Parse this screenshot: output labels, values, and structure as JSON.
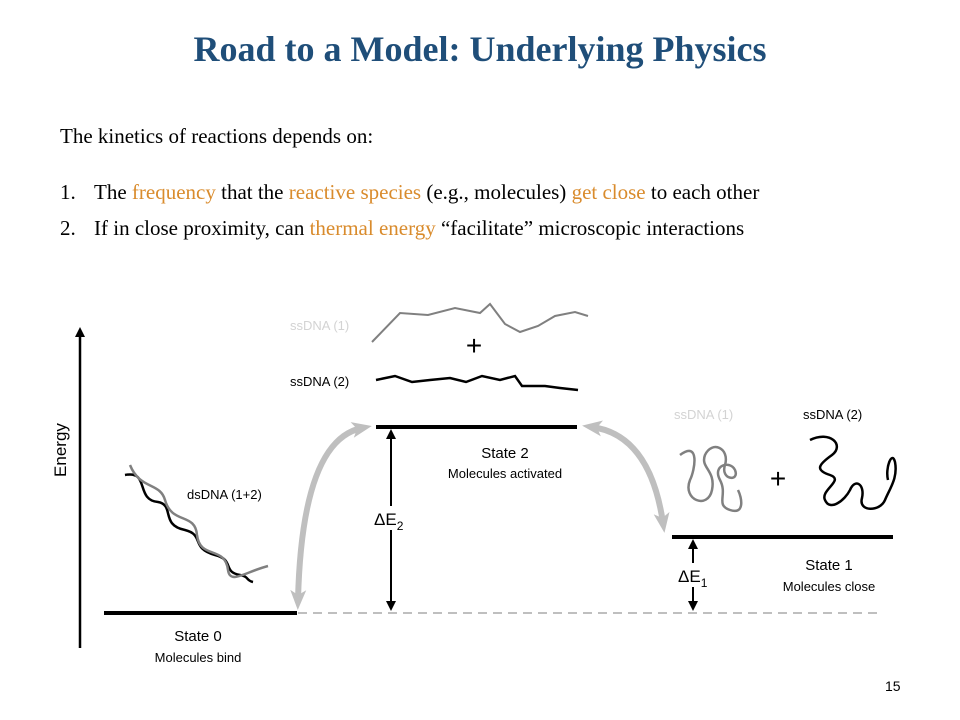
{
  "title": "Road to a Model: Underlying Physics",
  "intro": "The kinetics of reactions depends on:",
  "points": [
    {
      "num": "1.",
      "parts": [
        {
          "text": "The ",
          "highlight": false
        },
        {
          "text": "frequency",
          "highlight": true
        },
        {
          "text": " that the ",
          "highlight": false
        },
        {
          "text": "reactive species",
          "highlight": true
        },
        {
          "text": " (e.g., molecules) ",
          "highlight": false
        },
        {
          "text": "get close",
          "highlight": true
        },
        {
          "text": " to each other",
          "highlight": false
        }
      ]
    },
    {
      "num": "2.",
      "parts": [
        {
          "text": "If in close proximity, can ",
          "highlight": false
        },
        {
          "text": "thermal energy",
          "highlight": true
        },
        {
          "text": " “facilitate” microscopic interactions",
          "highlight": false
        }
      ]
    }
  ],
  "diagram": {
    "axis_label": "Energy",
    "state0": {
      "name": "State 0",
      "desc": "Molecules bind",
      "molecule": "dsDNA (1+2)"
    },
    "state2": {
      "name": "State 2",
      "desc": "Molecules activated",
      "strand1": "ssDNA (1)",
      "strand2": "ssDNA (2)",
      "plus": "+"
    },
    "state1": {
      "name": "State 1",
      "desc": "Molecules close",
      "strand1": "ssDNA (1)",
      "strand2": "ssDNA (2)",
      "plus": "+"
    },
    "delta_e2": {
      "base": "ΔE",
      "sub": "2"
    },
    "delta_e1": {
      "base": "ΔE",
      "sub": "1"
    }
  },
  "colors": {
    "title": "#1f4e79",
    "highlight": "#d98b2c",
    "arrow_gray": "#bfbfbf",
    "faint_label": "#d3d3d3",
    "strand_gray": "#808080"
  },
  "page_number": "15"
}
